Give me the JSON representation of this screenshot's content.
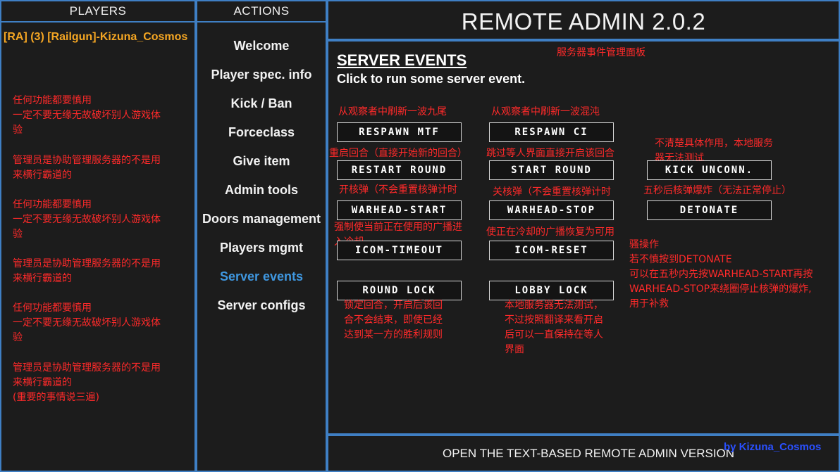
{
  "players_panel": {
    "header": "PLAYERS",
    "player": "[RA] (3) [Railgun]-Kizuna_Cosmos"
  },
  "actions_panel": {
    "header": "ACTIONS",
    "items": [
      "Welcome",
      "Player spec. info",
      "Kick / Ban",
      "Forceclass",
      "Give item",
      "Admin tools",
      "Doors management",
      "Players mgmt",
      "Server events",
      "Server configs"
    ],
    "active_item": "Server events"
  },
  "title": "REMOTE ADMIN 2.0.2",
  "server_events": {
    "title": "SERVER EVENTS",
    "subtitle": "Click to run some server event."
  },
  "buttons": {
    "respawn_mtf": "RESPAWN MTF",
    "respawn_ci": "RESPAWN CI",
    "restart_round": "RESTART ROUND",
    "start_round": "START ROUND",
    "kick_unconn": "KICK UNCONN.",
    "warhead_start": "WARHEAD-START",
    "warhead_stop": "WARHEAD-STOP",
    "detonate": "DETONATE",
    "icom_timeout": "ICOM-TIMEOUT",
    "icom_reset": "ICOM-RESET",
    "round_lock": "ROUND LOCK",
    "lobby_lock": "LOBBY LOCK"
  },
  "footer": {
    "link": "OPEN THE TEXT-BASED REMOTE ADMIN VERSION",
    "credit": "by Kizuna_Cosmos"
  },
  "annotations": {
    "panel": "服务器事件管理面板",
    "left_1a": "任何功能都要慎用",
    "left_1b": "一定不要无缘无故破坏别人游戏体",
    "left_1c": "验",
    "left_2a": "管理员是协助管理服务器的不是用",
    "left_2b": "来横行霸道的",
    "left_3a": "任何功能都要慎用",
    "left_3b": "一定不要无缘无故破坏别人游戏体",
    "left_3c": "验",
    "left_4a": "管理员是协助管理服务器的不是用",
    "left_4b": "来横行霸道的",
    "left_5a": "任何功能都要慎用",
    "left_5b": "一定不要无缘无故破坏别人游戏体",
    "left_5c": "验",
    "left_6a": "管理员是协助管理服务器的不是用",
    "left_6b": "来横行霸道的",
    "left_6c": "(重要的事情说三遍)",
    "respawn_mtf": "从观察者中刷新一波九尾",
    "respawn_ci": "从观察者中刷新一波混沌",
    "restart_round": "重启回合（直接开始新的回合）",
    "start_round": "跳过等人界面直接开启该回合",
    "kick_unconn_a": "不清楚具体作用，本地服务",
    "kick_unconn_b": "器无法测试",
    "warhead_start": "开核弹（不会重置核弹计时",
    "warhead_stop": "关核弹（不会重置核弹计时",
    "detonate": "五秒后核弹爆炸（无法正常停止）",
    "icom_timeout_a": "强制使当前正在使用的广播进",
    "icom_timeout_b": "入冷却",
    "icom_reset": "使正在冷却的广播恢复为可用",
    "trick_1": "骚操作",
    "trick_2": "若不慎按到DETONATE",
    "trick_3": "可以在五秒内先按WARHEAD-START再按",
    "trick_4": "WARHEAD-STOP来绕圈停止核弹的爆炸,",
    "trick_5": "用于补救",
    "round_lock_a": "锁定回合，开启后该回",
    "round_lock_b": "合不会结束，即使已经",
    "round_lock_c": "达到某一方的胜利规则",
    "lobby_lock_a": "本地服务器无法测试，",
    "lobby_lock_b": "不过按照翻译来看开启",
    "lobby_lock_c": "后可以一直保持在等人",
    "lobby_lock_d": "界面"
  },
  "colors": {
    "border": "#3f7fc4",
    "active": "#3f97e0",
    "annotation": "#ff2a2a",
    "player": "#f5a623",
    "credit": "#2a50ff"
  }
}
